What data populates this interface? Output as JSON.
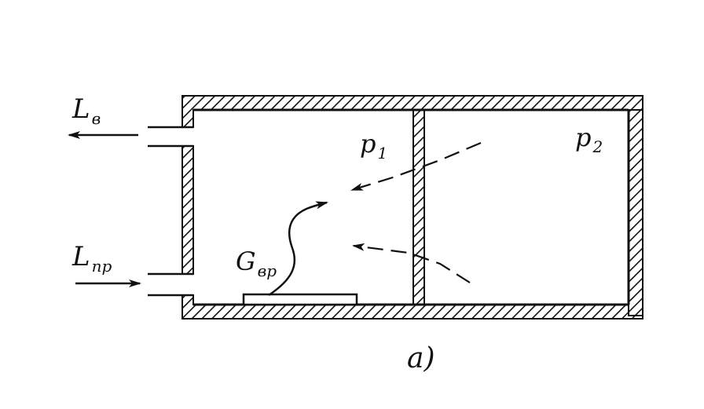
{
  "labels": {
    "exhaust_flow": {
      "main": "L",
      "sub": "в"
    },
    "supply_flow": {
      "main": "L",
      "sub": "пр"
    },
    "room_pressure": {
      "main": "p",
      "sub": "1"
    },
    "adjacent_pressure": {
      "main": "p",
      "sub": "2"
    },
    "harmful_emission": {
      "main": "G",
      "sub": "вр"
    },
    "figure_caption": "a)"
  },
  "colors": {
    "ink": "#111111",
    "paper": "#ffffff"
  }
}
